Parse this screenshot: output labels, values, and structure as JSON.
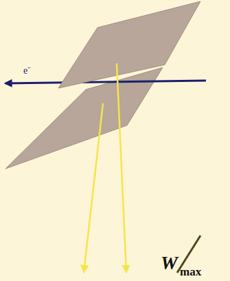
{
  "diagram": {
    "labels": [
      "e⁻",
      "W",
      "max"
    ]
  }
}
